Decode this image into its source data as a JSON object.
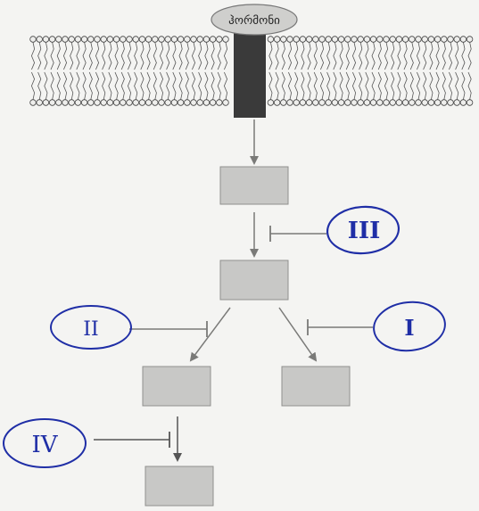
{
  "hormone": {
    "label": "ჰორმონი"
  },
  "inhibitors": [
    {
      "id": "III",
      "label": "III"
    },
    {
      "id": "II",
      "label": "II"
    },
    {
      "id": "I",
      "label": "I"
    },
    {
      "id": "IV",
      "label": "IV"
    }
  ],
  "colors": {
    "background": "#f4f4f2",
    "box_fill": "#c8c8c6",
    "box_stroke": "#8f8f8d",
    "receptor": "#3a3a3a",
    "arrow": "#7a7a78",
    "handwriting": "#1f2ea6",
    "hormone_fill": "#cfcfcd"
  }
}
